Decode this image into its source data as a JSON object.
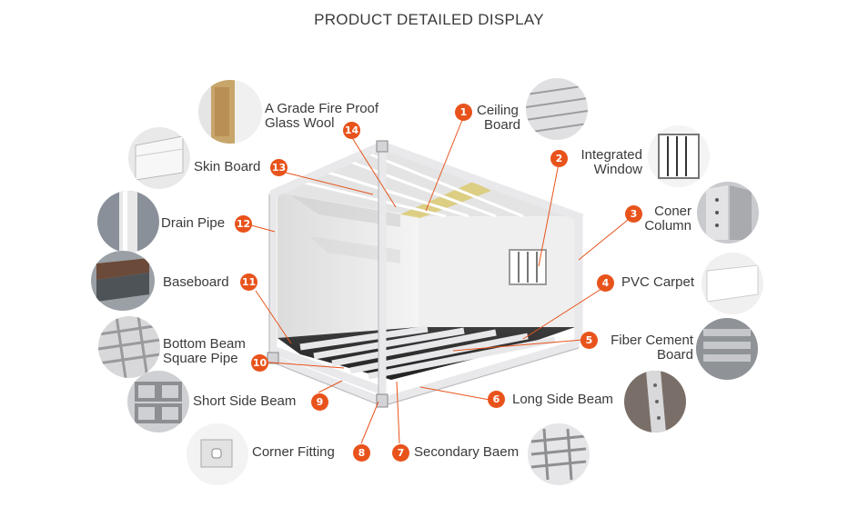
{
  "title": "PRODUCT DETAILED DISPLAY",
  "colors": {
    "accent": "#e8531b",
    "leader": "#e8531b",
    "frame": "#e9e9eb",
    "wall": "#f2f2f2"
  },
  "components": [
    {
      "num": "1",
      "lines": [
        "Ceiling",
        "Board"
      ]
    },
    {
      "num": "2",
      "lines": [
        "Integrated",
        "Window"
      ]
    },
    {
      "num": "3",
      "lines": [
        "Coner",
        "Column"
      ]
    },
    {
      "num": "4",
      "lines": [
        "PVC Carpet"
      ]
    },
    {
      "num": "5",
      "lines": [
        "Fiber Cement",
        "Board"
      ]
    },
    {
      "num": "6",
      "lines": [
        "Long Side Beam"
      ]
    },
    {
      "num": "7",
      "lines": [
        "Secondary Baem"
      ]
    },
    {
      "num": "8",
      "lines": [
        "Corner Fitting"
      ]
    },
    {
      "num": "9",
      "lines": [
        "Short Side Beam"
      ]
    },
    {
      "num": "10",
      "lines": [
        "Bottom Beam",
        "Square Pipe"
      ]
    },
    {
      "num": "11",
      "lines": [
        "Baseboard"
      ]
    },
    {
      "num": "12",
      "lines": [
        "Drain Pipe"
      ]
    },
    {
      "num": "13",
      "lines": [
        "Skin Board"
      ]
    },
    {
      "num": "14",
      "lines": [
        "A Grade Fire Proof",
        "Glass Wool"
      ]
    }
  ]
}
